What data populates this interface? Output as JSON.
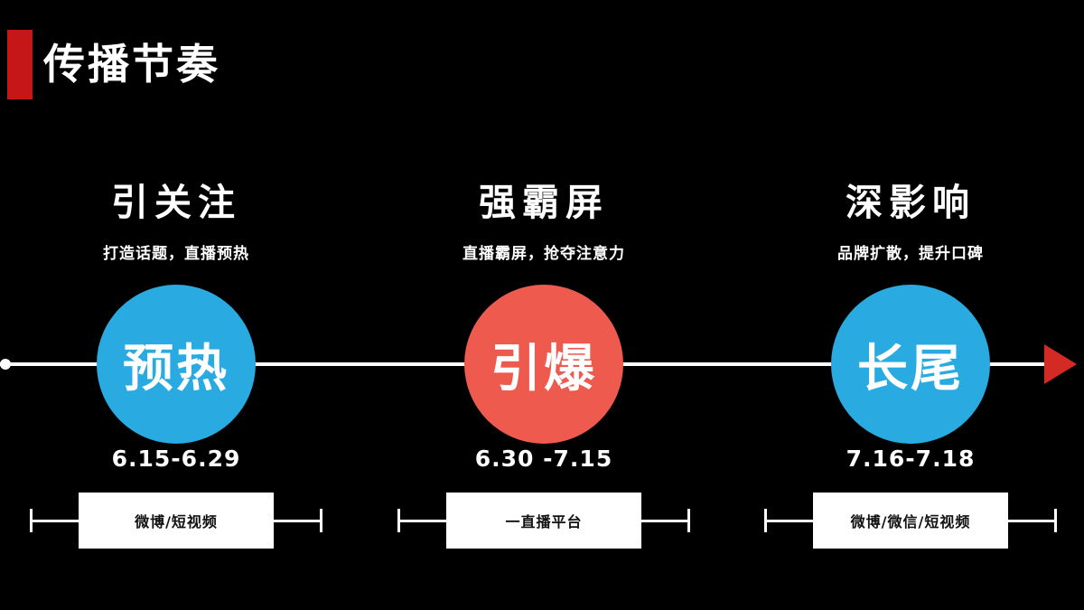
{
  "title": "传播节奏",
  "colors": {
    "accent_red": "#c51717",
    "arrow_red": "#d32a23",
    "circle_blue": "#29abe2",
    "circle_red": "#ef5a4e",
    "background": "#000000",
    "text": "#ffffff"
  },
  "stages": [
    {
      "heading": "引关注",
      "subtitle": "打造话题，直播预热",
      "circle_label": "预热",
      "circle_color": "#29abe2",
      "date": "6.15-6.29",
      "channel": "微博/短视频"
    },
    {
      "heading": "强霸屏",
      "subtitle": "直播霸屏，抢夺注意力",
      "circle_label": "引爆",
      "circle_color": "#ef5a4e",
      "date": "6.30 -7.15",
      "channel": "一直播平台"
    },
    {
      "heading": "深影响",
      "subtitle": "品牌扩散，提升口碑",
      "circle_label": "长尾",
      "circle_color": "#29abe2",
      "date": "7.16-7.18",
      "channel": "微博/微信/短视频"
    }
  ]
}
